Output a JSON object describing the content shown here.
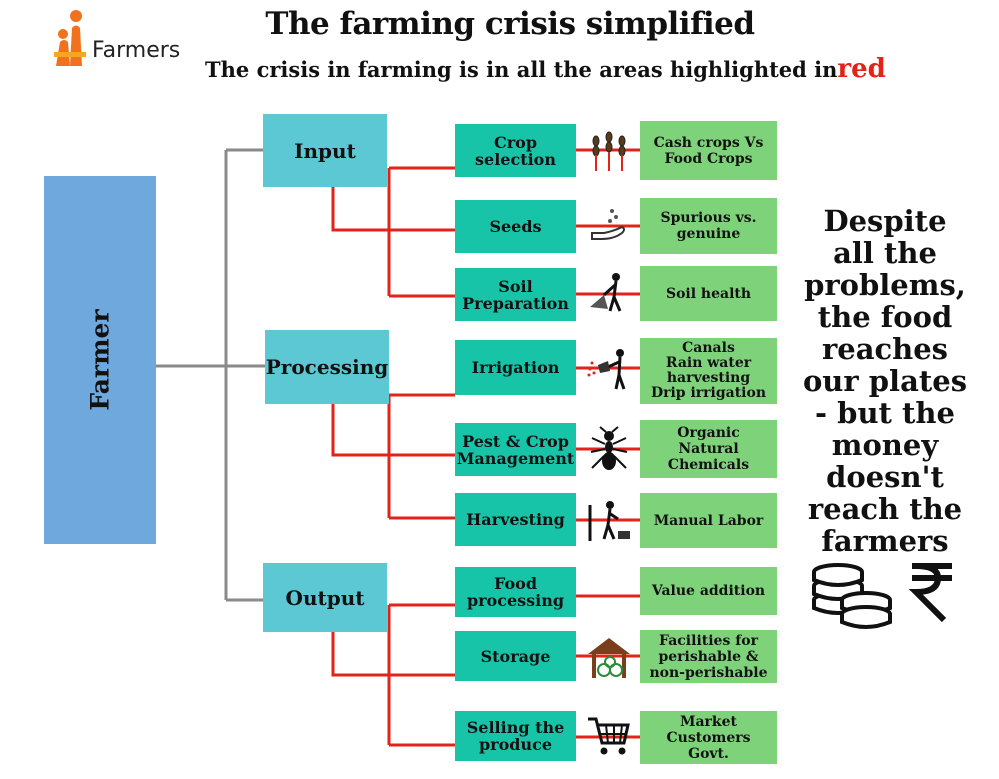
{
  "header": {
    "title": "The farming crisis simplified",
    "subtitle": "The crisis in farming is in all the areas highlighted in",
    "subtitle_highlight": "red",
    "logo_text": "Farmers"
  },
  "farmer_label": "Farmer",
  "categories": [
    {
      "label": "Input"
    },
    {
      "label": "Processing"
    },
    {
      "label": "Output"
    }
  ],
  "subcategories": [
    {
      "label": "Crop\nselection",
      "note": "Cash crops Vs\nFood Crops",
      "icon": "wheat-icon"
    },
    {
      "label": "Seeds",
      "note": "Spurious vs.\ngenuine",
      "icon": "seed-hand-icon"
    },
    {
      "label": "Soil\nPreparation",
      "note": "Soil health",
      "icon": "plowing-icon"
    },
    {
      "label": "Irrigation",
      "note": "Canals\nRain water\nharvesting\nDrip irrigation",
      "icon": "watering-icon"
    },
    {
      "label": "Pest & Crop\nManagement",
      "note": "Organic\nNatural\nChemicals",
      "icon": "ant-icon"
    },
    {
      "label": "Harvesting",
      "note": "Manual Labor",
      "icon": "harvesting-icon"
    },
    {
      "label": "Food\nprocessing",
      "note": "Value addition",
      "icon": ""
    },
    {
      "label": "Storage",
      "note": "Facilities for\nperishable &\nnon-perishable",
      "icon": "storehouse-icon"
    },
    {
      "label": "Selling the\nproduce",
      "note": "Market\nCustomers\nGovt.",
      "icon": "shopping-cart-icon"
    }
  ],
  "side_text": "Despite all the problems, the food reaches our plates - but the money doesn't reach the farmers",
  "side_icons": [
    "coins-icon",
    "rupee-icon"
  ],
  "colors": {
    "farmer_box": "#6fa8dc",
    "category_box": "#5bc8d3",
    "sub_box": "#18c4a8",
    "note_box": "#7ed37a",
    "crisis_line": "#e2231a",
    "connector_line": "#8a8a8a",
    "logo_orange": "#f2711c"
  }
}
